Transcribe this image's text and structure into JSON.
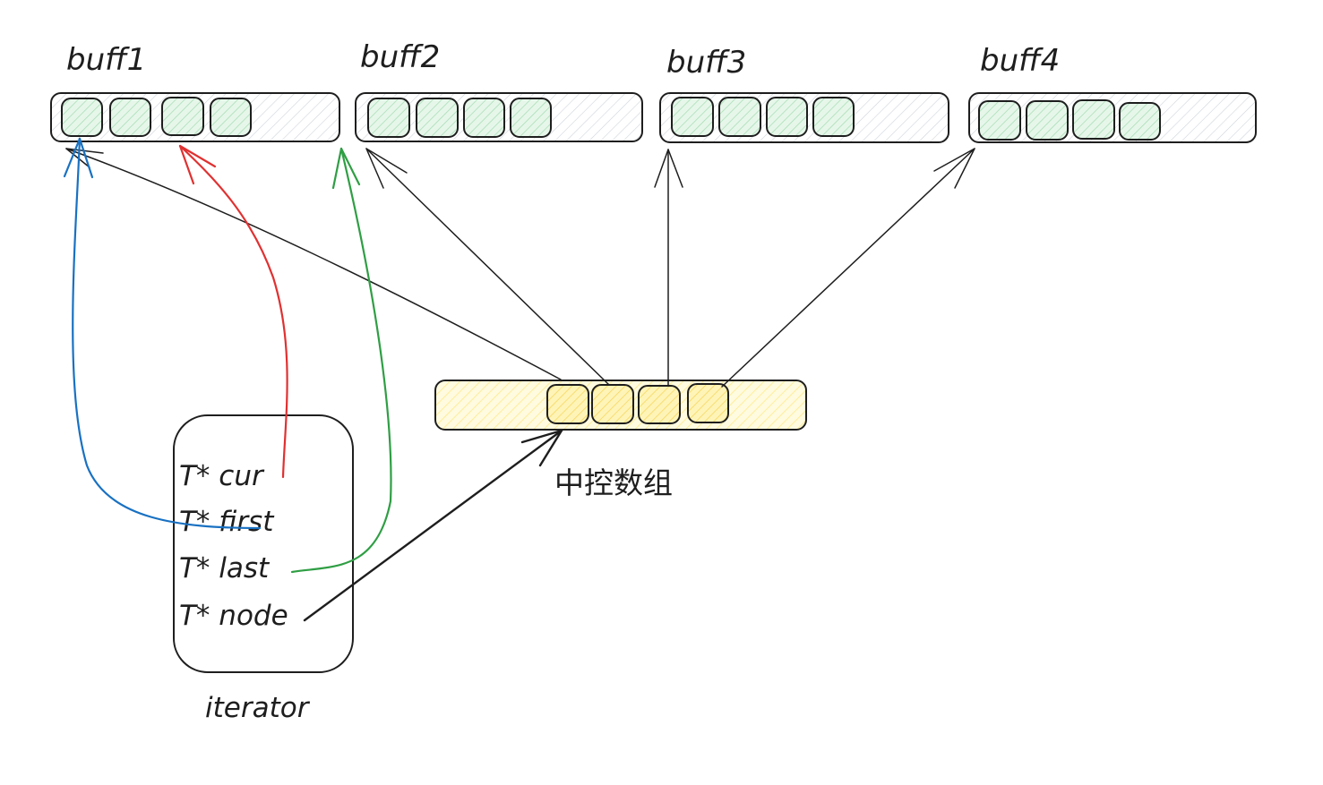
{
  "buffers": [
    {
      "label": "buff1",
      "slots": 4
    },
    {
      "label": "buff2",
      "slots": 4
    },
    {
      "label": "buff3",
      "slots": 4
    },
    {
      "label": "buff4",
      "slots": 4
    }
  ],
  "control_array": {
    "label": "中控数组",
    "slots": 4
  },
  "iterator": {
    "label": "iterator",
    "fields": [
      "T* cur",
      "T* first",
      "T* last",
      "T* node"
    ]
  },
  "colors": {
    "stroke": "#1e1e1e",
    "buffer_fill": "#e9ecef",
    "slot_fill": "#c7ecd2",
    "control_fill": "#fff3bf",
    "control_slot_fill": "#ffec99",
    "cur_arrow": "#e03131",
    "first_arrow": "#1971c2",
    "last_arrow": "#2f9e44",
    "node_arrow": "#1e1e1e"
  }
}
